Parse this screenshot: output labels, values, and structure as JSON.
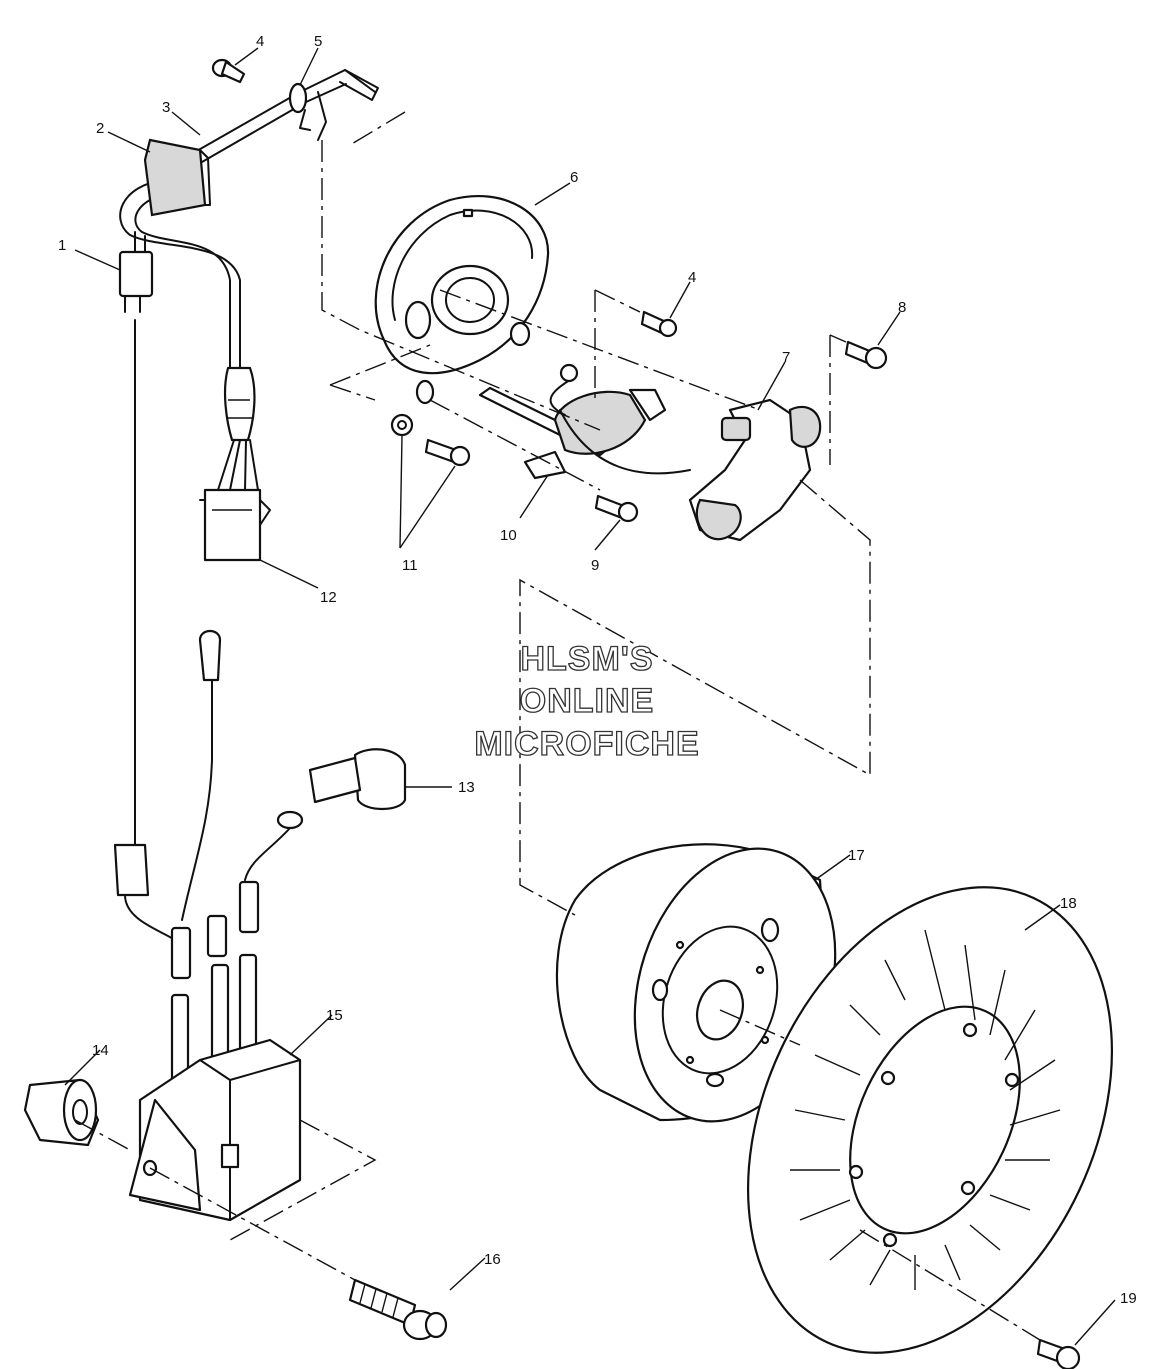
{
  "watermark": {
    "line1": "HLSM'S",
    "line2": "ONLINE",
    "line3": "MICROFICHE"
  },
  "callouts": {
    "c1": "1",
    "c2": "2",
    "c3": "3",
    "c4a": "4",
    "c5": "5",
    "c6": "6",
    "c4b": "4",
    "c8": "8",
    "c7": "7",
    "c11": "11",
    "c10": "10",
    "c9": "9",
    "c12": "12",
    "c13": "13",
    "c17": "17",
    "c18": "18",
    "c14": "14",
    "c15": "15",
    "c16": "16",
    "c19": "19"
  }
}
